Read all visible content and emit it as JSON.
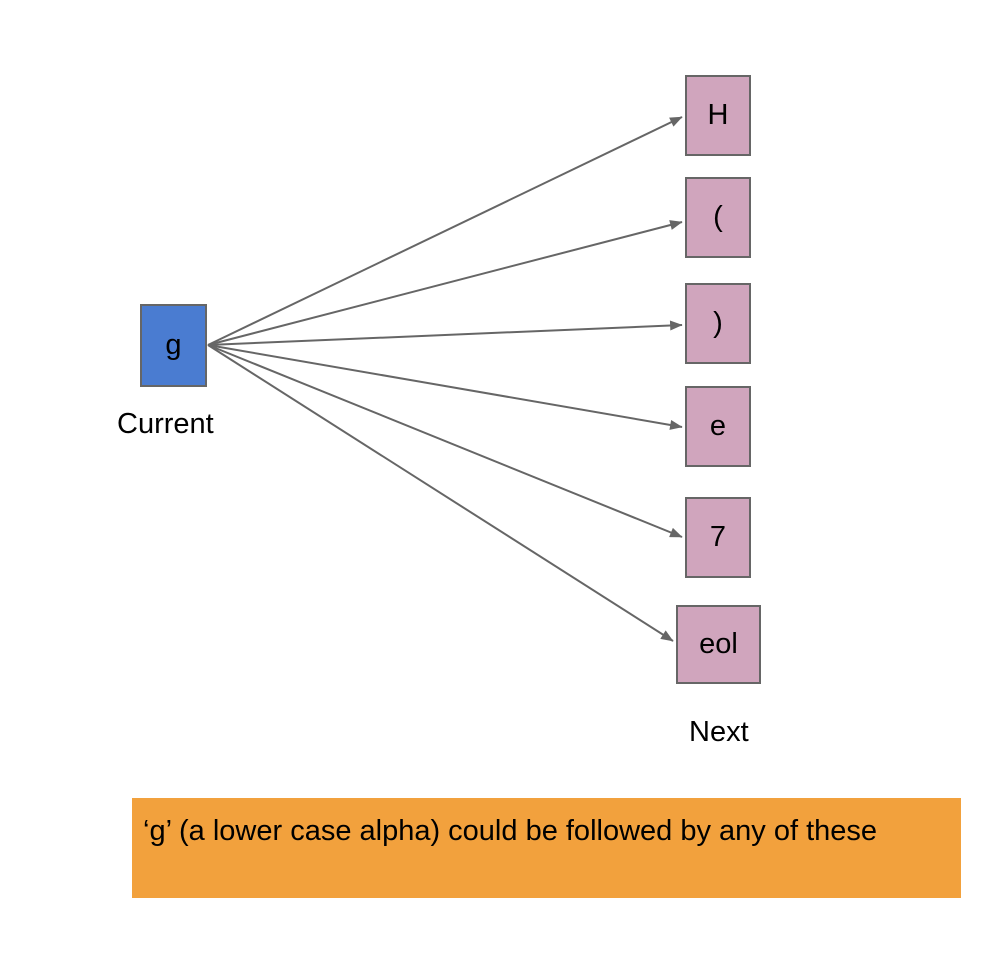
{
  "diagram": {
    "current_node": {
      "label": "g"
    },
    "current_caption": "Current",
    "next_caption": "Next",
    "next_nodes": [
      {
        "label": "H"
      },
      {
        "label": "("
      },
      {
        "label": ")"
      },
      {
        "label": "e"
      },
      {
        "label": "7"
      },
      {
        "label": "eol"
      }
    ],
    "colors": {
      "current_fill": "#4a7cd1",
      "next_fill": "#d0a5bd",
      "node_border": "#666666",
      "arrow": "#666666",
      "banner_bg": "#f2a13d"
    }
  },
  "banner": {
    "text": "‘g’ (a lower case alpha) could be followed by any of these"
  }
}
